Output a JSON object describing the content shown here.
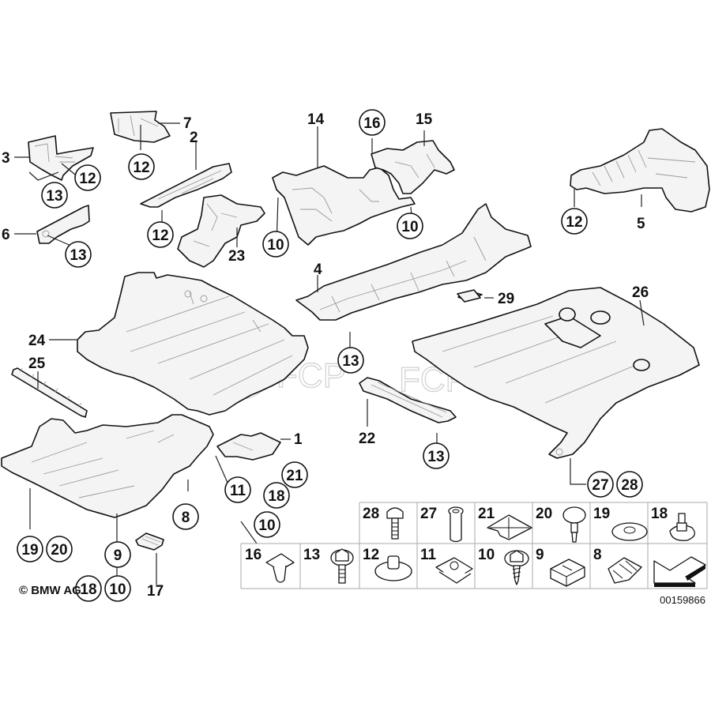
{
  "diagram": {
    "copyright": "© BMW AG",
    "reference_number": "00159866",
    "watermark": "FCP EURO",
    "plain_labels": {
      "l1": "1",
      "l2": "2",
      "l3": "3",
      "l4": "4",
      "l5": "5",
      "l6": "6",
      "l7": "7",
      "l14": "14",
      "l15": "15",
      "l17": "17",
      "l22": "22",
      "l23": "23",
      "l24": "24",
      "l25": "25",
      "l26": "26",
      "l29": "29"
    },
    "circled_callouts": {
      "c12a": "12",
      "c12b": "12",
      "c13a": "13",
      "c13b": "13",
      "c12c": "12",
      "c16": "16",
      "c10a": "10",
      "c10b": "10",
      "c12d": "12",
      "c13c": "13",
      "c13d": "13",
      "c11": "11",
      "c18a": "18",
      "c21": "21",
      "c10c": "10",
      "c8": "8",
      "c19": "19",
      "c20": "20",
      "c9": "9",
      "c18b": "18",
      "c10d": "10",
      "c27": "27",
      "c28": "28"
    },
    "hardware_grid": {
      "row1": [
        {
          "num": "28",
          "icon": "flange-bolt-icon"
        },
        {
          "num": "27",
          "icon": "spacer-sleeve-icon"
        },
        {
          "num": "21",
          "icon": "adhesive-pad-icon"
        },
        {
          "num": "20",
          "icon": "expanding-rivet-icon"
        },
        {
          "num": "19",
          "icon": "washer-icon"
        },
        {
          "num": "18",
          "icon": "stud-plate-icon"
        }
      ],
      "row2": [
        {
          "num": "16",
          "icon": "clip-nut-icon"
        },
        {
          "num": "13",
          "icon": "hex-bolt-icon"
        },
        {
          "num": "12",
          "icon": "speed-nut-icon"
        },
        {
          "num": "11",
          "icon": "u-nut-icon"
        },
        {
          "num": "10",
          "icon": "self-tapping-screw-icon"
        },
        {
          "num": "9",
          "icon": "block-clip-icon"
        },
        {
          "num": "8",
          "icon": "spring-clip-icon"
        },
        {
          "num": "",
          "icon": "direction-arrow-icon"
        }
      ]
    }
  }
}
